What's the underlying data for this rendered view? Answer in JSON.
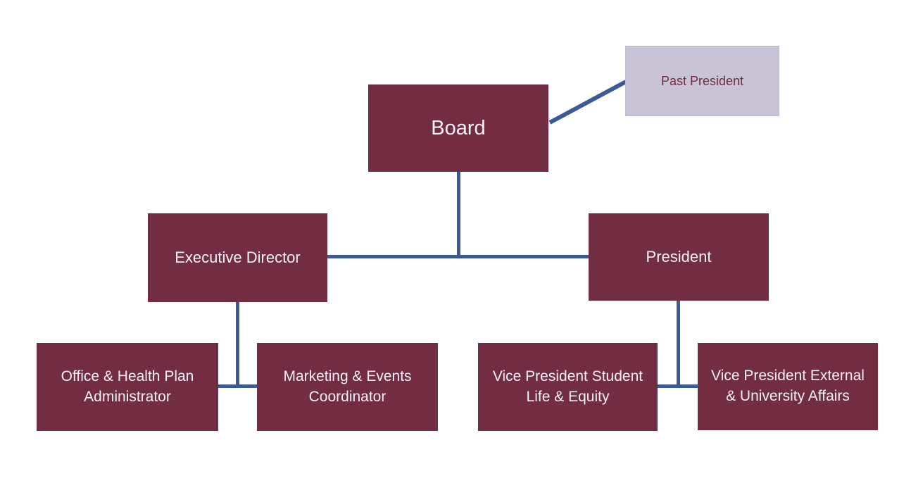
{
  "diagram_type": "org-chart",
  "nodes": {
    "board": {
      "label": "Board"
    },
    "past_president": {
      "label": "Past President"
    },
    "executive_director": {
      "label": "Executive Director"
    },
    "president": {
      "label": "President"
    },
    "office_health_plan_administrator": {
      "label": "Office & Health Plan Administrator"
    },
    "marketing_events_coordinator": {
      "label": "Marketing & Events Coordinator"
    },
    "vp_student_life_equity": {
      "label": "Vice President Student Life & Equity"
    },
    "vp_external_university_affairs": {
      "label": "Vice President External & University Affairs"
    }
  },
  "edges": [
    {
      "from": "board",
      "to": "past_president",
      "style": "diagonal"
    },
    {
      "from": "board",
      "to": "executive_director",
      "style": "elbow"
    },
    {
      "from": "board",
      "to": "president",
      "style": "elbow"
    },
    {
      "from": "executive_director",
      "to": "office_health_plan_administrator",
      "style": "elbow"
    },
    {
      "from": "executive_director",
      "to": "marketing_events_coordinator",
      "style": "elbow"
    },
    {
      "from": "president",
      "to": "vp_student_life_equity",
      "style": "elbow"
    },
    {
      "from": "president",
      "to": "vp_external_university_affairs",
      "style": "elbow"
    }
  ],
  "colors": {
    "node_fill": "#732D42",
    "node_text": "#F9F3F5",
    "assistant_fill": "#C9C3D6",
    "assistant_text": "#722B40",
    "connector": "#3C5A96",
    "background": "#FFFFFF"
  }
}
